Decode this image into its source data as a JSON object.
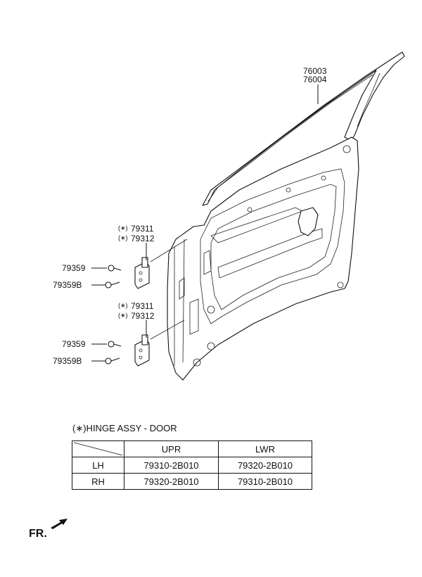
{
  "callouts": {
    "door_panel": [
      "76003",
      "76004"
    ],
    "upper_hinge": [
      "79311",
      "79312"
    ],
    "upper_bolt": "79359",
    "upper_bolt_b": "79359B",
    "lower_hinge": [
      "79311",
      "79312"
    ],
    "lower_bolt": "79359",
    "lower_bolt_b": "79359B",
    "marker": "(∗)"
  },
  "hinge_table": {
    "note": "(∗)HINGE ASSY - DOOR",
    "columns": [
      "",
      "UPR",
      "LWR"
    ],
    "rows": [
      {
        "side": "LH",
        "upr": "79310-2B010",
        "lwr": "79320-2B010"
      },
      {
        "side": "RH",
        "upr": "79320-2B010",
        "lwr": "79310-2B010"
      }
    ]
  },
  "direction": {
    "label": "FR."
  }
}
